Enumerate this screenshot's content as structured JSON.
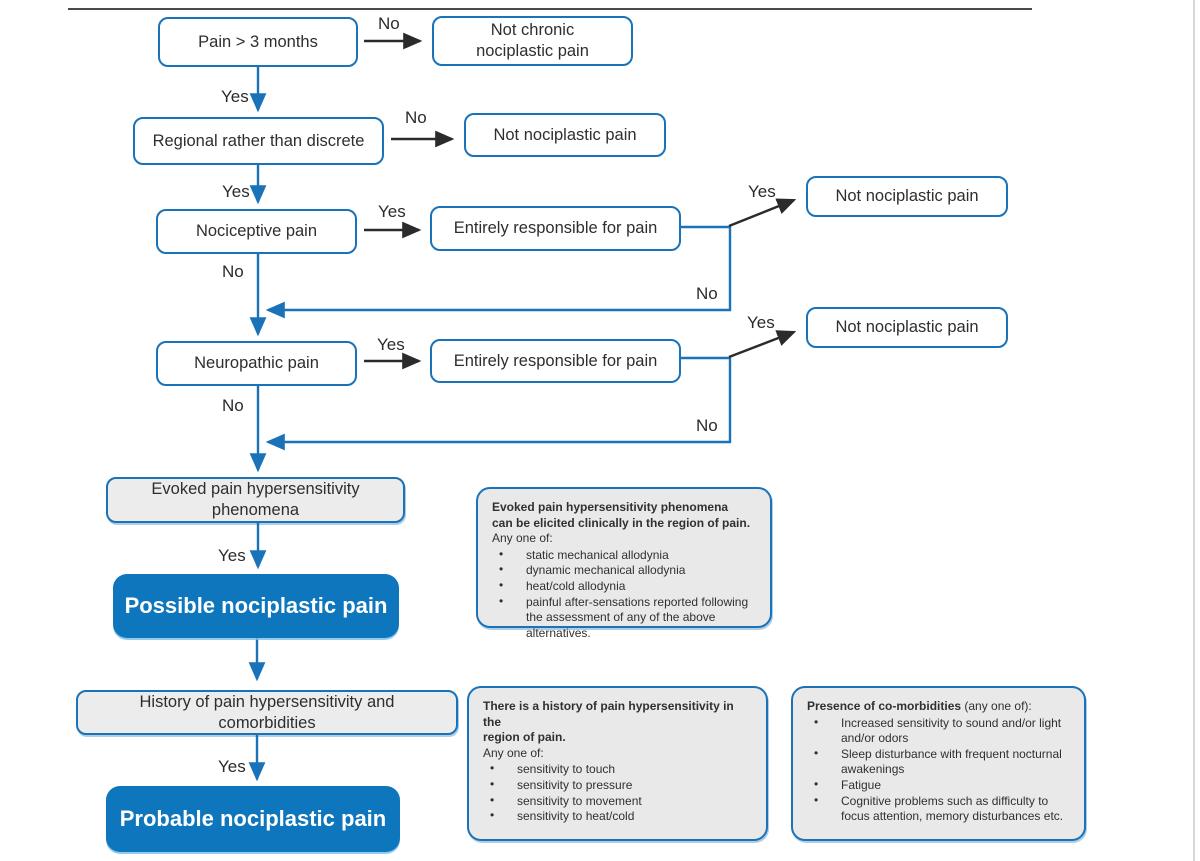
{
  "colors": {
    "accent_blue": "#1a72b8",
    "filled_blue": "#0e76bd",
    "box_gray": "#ececec",
    "arrow_black": "#2b2b2b",
    "top_rule": "#4a4a4a"
  },
  "flow_nodes": {
    "pain_duration": "Pain > 3 months",
    "not_chronic": "Not chronic nociplastic pain",
    "regional": "Regional rather than discrete",
    "not_nociplastic_1": "Not nociplastic pain",
    "nociceptive": "Nociceptive pain",
    "entirely_responsible_1": "Entirely responsible for pain",
    "not_nociplastic_2": "Not nociplastic pain",
    "neuropathic": "Neuropathic pain",
    "entirely_responsible_2": "Entirely responsible for pain",
    "not_nociplastic_3": "Not nociplastic pain",
    "evoked": "Evoked pain hypersensitivity phenomena",
    "possible": "Possible nociplastic pain",
    "history": "History of pain hypersensitivity and comorbidities",
    "probable": "Probable nociplastic pain"
  },
  "edge_labels": {
    "no_chronic": "No",
    "yes_duration": "Yes",
    "no_regional": "No",
    "yes_regional": "Yes",
    "yes_nociceptive": "Yes",
    "yes_entirely1": "Yes",
    "no_nociceptive": "No",
    "no_entirely1": "No",
    "yes_neuropathic": "Yes",
    "yes_entirely2": "Yes",
    "no_neuropathic": "No",
    "no_entirely2": "No",
    "yes_evoked": "Yes",
    "yes_history": "Yes"
  },
  "info_boxes": {
    "evoked": {
      "title_lines": [
        "Evoked pain hypersensitivity phenomena",
        "can be elicited clinically in the region of pain."
      ],
      "subtitle": "Any one of:",
      "bullets": [
        "static mechanical allodynia",
        "dynamic mechanical allodynia",
        "heat/cold allodynia",
        "painful after-sensations reported following the assessment of any of the above alternatives."
      ]
    },
    "history": {
      "title_lines": [
        "There is a history of pain hypersensitivity in the",
        "region of pain."
      ],
      "subtitle": "Any one of:",
      "bullets": [
        "sensitivity to touch",
        "sensitivity to pressure",
        "sensitivity to movement",
        "sensitivity to heat/cold"
      ]
    },
    "comorbidities": {
      "title_bold": "Presence of co-morbidities",
      "title_rest": " (any one of):",
      "bullets": [
        "Increased sensitivity to sound and/or light and/or odors",
        "Sleep disturbance with frequent nocturnal awakenings",
        "Fatigue",
        "Cognitive problems such as difficulty to focus attention, memory disturbances etc."
      ]
    }
  }
}
